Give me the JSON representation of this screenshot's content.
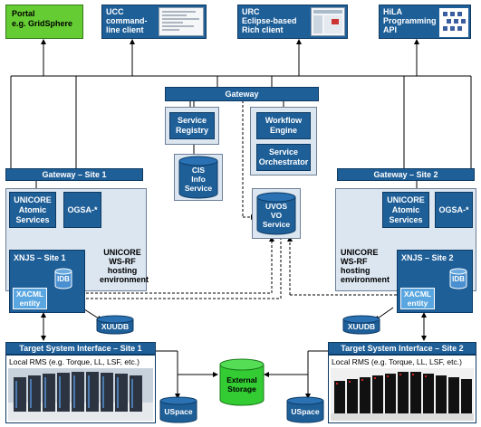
{
  "clients": {
    "portal": "Portal\ne.g. GridSphere",
    "ucc": "UCC\ncommand-\nline client",
    "urc": "URC\nEclipse-based\nRich client",
    "hila": "HiLA\nProgramming\nAPI"
  },
  "gateway": "Gateway",
  "service_registry": "Service\nRegistry",
  "workflow_engine": "Workflow\nEngine",
  "service_orchestrator": "Service\nOrchestrator",
  "cis": "CIS\nInfo\nService",
  "uvos": "UVOS\nVO\nService",
  "site1": {
    "gateway": "Gateway – Site 1",
    "atomic": "UNICORE\nAtomic\nServices",
    "ogsa": "OGSA-*",
    "xnjs": "XNJS – Site 1",
    "idb": "IDB",
    "xacml": "XACML\nentity",
    "hosting": "UNICORE\nWS-RF\nhosting\nenvironment",
    "xuudb": "XUUDB",
    "tsi": "Target System Interface – Site 1",
    "rms": "Local RMS (e.g. Torque, LL, LSF, etc.)",
    "uspace": "USpace"
  },
  "site2": {
    "gateway": "Gateway – Site 2",
    "atomic": "UNICORE\nAtomic\nServices",
    "ogsa": "OGSA-*",
    "xnjs": "XNJS – Site 2",
    "idb": "IDB",
    "xacml": "XACML\nentity",
    "hosting": "UNICORE\nWS-RF\nhosting\nenvironment",
    "xuudb": "XUUDB",
    "tsi": "Target System Interface – Site 2",
    "rms": "Local RMS (e.g. Torque, LL, LSF, etc.)",
    "uspace": "USpace"
  },
  "external_storage": "External\nStorage",
  "colors": {
    "box_blue": "#1f5f98",
    "panel": "#dbe6f1",
    "portal_green": "#66cc33",
    "storage_green": "#33cc33"
  }
}
